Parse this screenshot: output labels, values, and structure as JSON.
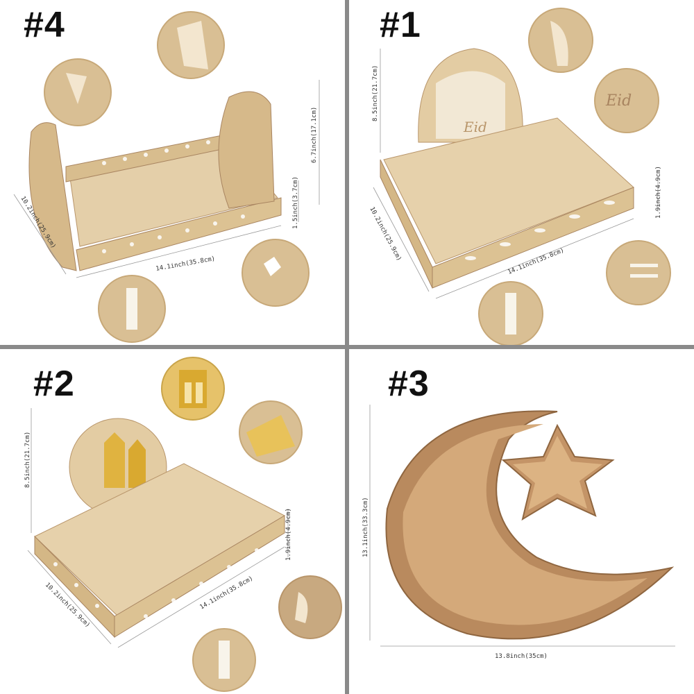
{
  "panels": [
    {
      "label": "#4",
      "dimensions": {
        "length": "14.1inch(35.8cm)",
        "width": "10.2inch(25.9cm)",
        "height": "6.7inch(17.1cm)",
        "rim": "1.5inch(3.7cm)"
      }
    },
    {
      "label": "#1",
      "dimensions": {
        "length": "14.1inch(35.8cm)",
        "width": "10.2inch(25.9cm)",
        "height": "8.5inch(21.7cm)",
        "rim": "1.9inch(4.9cm)"
      },
      "engraving": "Eid"
    },
    {
      "label": "#2",
      "dimensions": {
        "length": "14.1inch(35.8cm)",
        "width": "10.2inch(25.9cm)",
        "height": "8.5inch(21.7cm)",
        "rim": "1.9inch(4.9cm)"
      }
    },
    {
      "label": "#3",
      "dimensions": {
        "width": "13.8inch(35cm)",
        "height": "13.1inch(33.3cm)"
      }
    }
  ],
  "colors": {
    "wood_light": "#e8d4b2",
    "wood_mid": "#d9bf94",
    "wood_dark": "#b8956a",
    "gold": "#e0b340",
    "divider": "#8a8a8a"
  }
}
